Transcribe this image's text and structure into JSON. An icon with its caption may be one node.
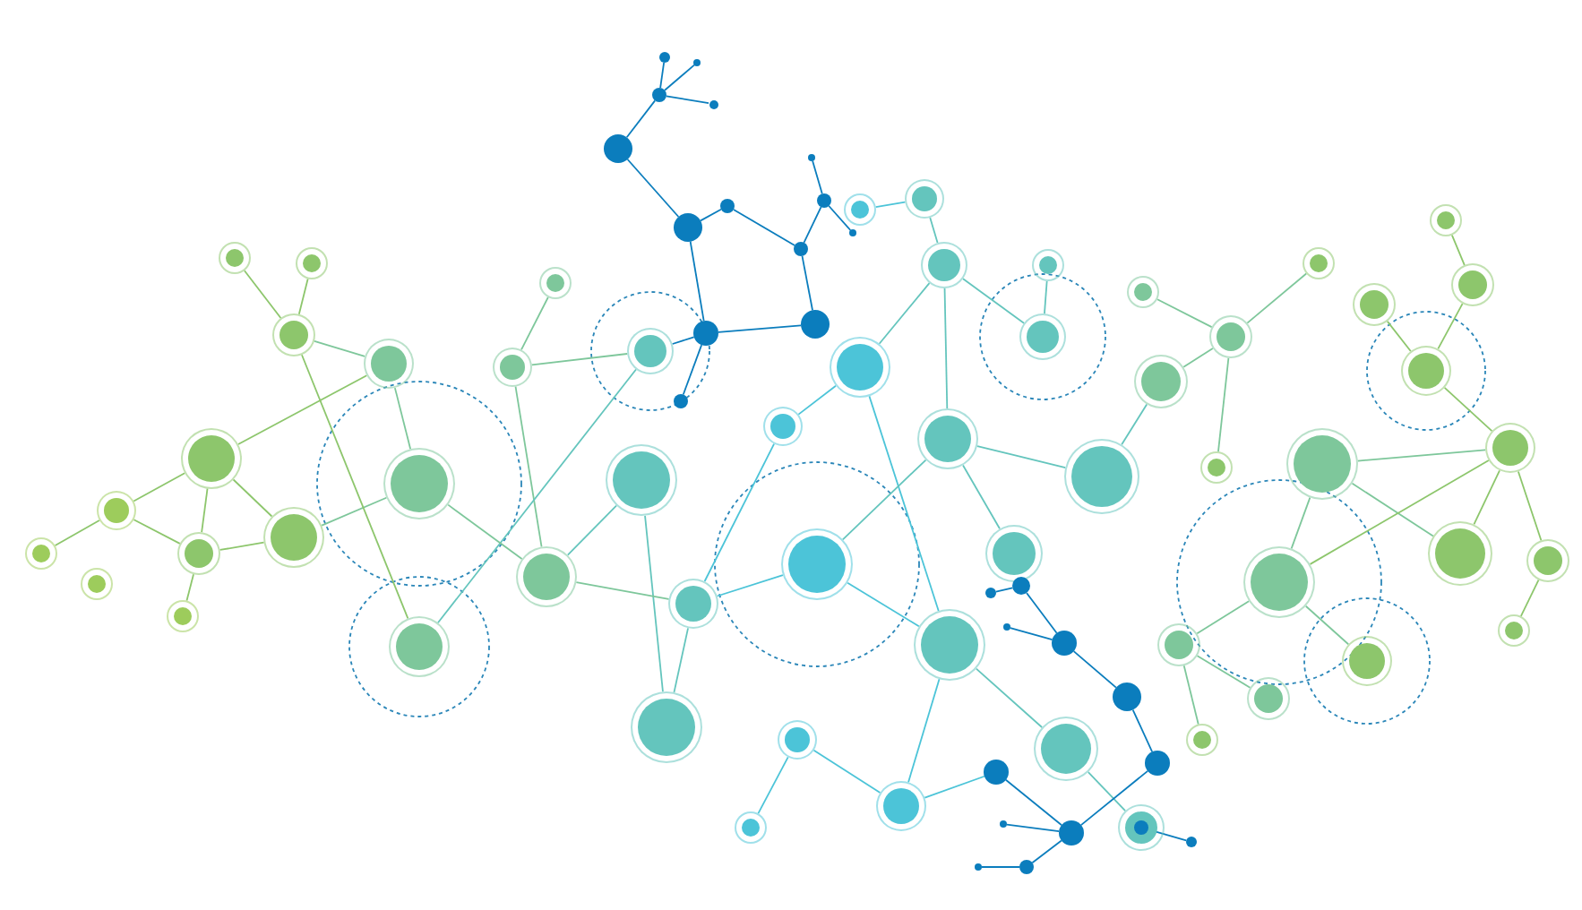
{
  "diagram": {
    "nodes": [
      {
        "text": [],
        "shape": "circle"
      },
      {
        "text": [],
        "shape": "circle"
      },
      {
        "text": [],
        "shape": "circle"
      },
      {
        "text": [],
        "shape": "circle"
      },
      {
        "text": [],
        "shape": "circle"
      },
      {
        "text": [],
        "shape": "circle"
      },
      {
        "text": [],
        "shape": "circle"
      },
      {
        "text": [],
        "shape": "circle"
      },
      {
        "text": [],
        "shape": "circle"
      },
      {
        "text": [],
        "shape": "circle"
      },
      {
        "text": [],
        "shape": "circle"
      },
      {
        "text": [],
        "shape": "circle"
      },
      {
        "text": [],
        "shape": "circle"
      },
      {
        "text": [],
        "shape": "circle"
      },
      {
        "text": [],
        "shape": "circle"
      },
      {
        "text": [],
        "shape": "circle"
      },
      {
        "text": [],
        "shape": "circle"
      },
      {
        "text": [],
        "shape": "circle"
      },
      {
        "text": [],
        "shape": "circle"
      },
      {
        "text": [],
        "shape": "circle"
      },
      {
        "text": [],
        "shape": "circle"
      },
      {
        "text": [],
        "shape": "circle"
      },
      {
        "text": [],
        "shape": "circle"
      },
      {
        "text": [],
        "shape": "circle"
      },
      {
        "text": [],
        "shape": "circle"
      },
      {
        "text": [],
        "shape": "circle"
      },
      {
        "text": [],
        "shape": "circle"
      },
      {
        "text": [],
        "shape": "circle"
      },
      {
        "text": [],
        "shape": "circle"
      },
      {
        "text": [],
        "shape": "circle"
      },
      {
        "text": [],
        "shape": "circle"
      },
      {
        "text": [],
        "shape": "circle"
      },
      {
        "text": [],
        "shape": "circle"
      },
      {
        "text": [],
        "shape": "circle"
      },
      {
        "text": [],
        "shape": "circle"
      },
      {
        "text": [],
        "shape": "circle"
      },
      {
        "text": [],
        "shape": "circle"
      },
      {
        "text": [],
        "shape": "circle"
      },
      {
        "text": [],
        "shape": "circle"
      },
      {
        "text": [],
        "shape": "circle"
      },
      {
        "text": [],
        "shape": "circle"
      },
      {
        "text": [],
        "shape": "circle"
      },
      {
        "text": [],
        "shape": "circle"
      },
      {
        "text": [],
        "shape": "circle"
      },
      {
        "text": [],
        "shape": "circle"
      },
      {
        "text": [],
        "shape": "circle"
      },
      {
        "text": [],
        "shape": "circle"
      },
      {
        "text": [],
        "shape": "circle"
      },
      {
        "text": [],
        "shape": "circle"
      },
      {
        "text": [],
        "shape": "circle",
        "in": 37
      },
      {
        "text": [],
        "shape": "circle"
      },
      {
        "text": [],
        "shape": "circle"
      },
      {
        "text": [],
        "shape": "circle"
      },
      {
        "text": [],
        "shape": "circle"
      },
      {
        "text": [],
        "shape": "circle"
      },
      {
        "text": [],
        "shape": "circle"
      },
      {
        "text": [],
        "shape": "circle"
      },
      {
        "text": [],
        "shape": "circle"
      },
      {
        "text": [],
        "shape": "circle"
      },
      {
        "text": [],
        "shape": "circle"
      },
      {
        "text": [],
        "shape": "circle"
      },
      {
        "text": [],
        "shape": "circle"
      },
      {
        "text": [],
        "shape": "circle"
      },
      {
        "text": [],
        "shape": "circle"
      },
      {
        "text": [],
        "shape": "circle"
      },
      {
        "text": [],
        "shape": "circle"
      },
      {
        "text": [],
        "shape": "circle"
      },
      {
        "text": [],
        "shape": "circle"
      },
      {
        "text": [],
        "shape": "circle"
      },
      {
        "text": [],
        "shape": "circle"
      },
      {
        "text": [],
        "shape": "circle"
      },
      {
        "text": [],
        "shape": "circle"
      },
      {
        "text": [],
        "shape": "circle"
      },
      {
        "text": [],
        "shape": "circle"
      },
      {
        "text": [],
        "shape": "circle"
      },
      {
        "text": [],
        "shape": "circle"
      },
      {
        "text": [],
        "shape": "circle"
      },
      {
        "text": [],
        "shape": "circle"
      },
      {
        "text": [],
        "shape": "circle"
      },
      {
        "text": [],
        "shape": "circle"
      },
      {
        "text": [],
        "shape": "circle"
      },
      {
        "text": [],
        "shape": "circle"
      },
      {
        "text": [],
        "shape": "circle"
      }
    ],
    "edges": [
      {
        "from": 0,
        "to": 2,
        "arrow": "none",
        "color": "#0b7dbd"
      },
      {
        "from": 1,
        "to": 2,
        "arrow": "none",
        "color": "#0b7dbd"
      },
      {
        "from": 2,
        "to": 3,
        "arrow": "none",
        "color": "#0b7dbd"
      },
      {
        "from": 2,
        "to": 4,
        "arrow": "none",
        "color": "#0b7dbd"
      },
      {
        "from": 4,
        "to": 5,
        "arrow": "none",
        "color": "#0b7dbd"
      },
      {
        "from": 5,
        "to": 6,
        "arrow": "none",
        "color": "#0b7dbd"
      },
      {
        "from": 6,
        "to": 10,
        "arrow": "none",
        "color": "#0b7dbd"
      },
      {
        "from": 7,
        "to": 8,
        "arrow": "none",
        "color": "#0b7dbd"
      },
      {
        "from": 8,
        "to": 9,
        "arrow": "none",
        "color": "#0b7dbd"
      },
      {
        "from": 8,
        "to": 10,
        "arrow": "none",
        "color": "#0b7dbd"
      },
      {
        "from": 10,
        "to": 12,
        "arrow": "none",
        "color": "#0b7dbd"
      },
      {
        "from": 5,
        "to": 11,
        "arrow": "none",
        "color": "#0b7dbd"
      },
      {
        "from": 11,
        "to": 12,
        "arrow": "none",
        "color": "#0b7dbd"
      },
      {
        "from": 11,
        "to": 13,
        "arrow": "none",
        "color": "#0b7dbd"
      },
      {
        "from": 11,
        "to": 14,
        "arrow": "none",
        "color": "#0b7dbd"
      },
      {
        "from": 17,
        "to": 18,
        "arrow": "none",
        "color": "#4cc4d8"
      },
      {
        "from": 18,
        "to": 19,
        "arrow": "none"
      },
      {
        "from": 19,
        "to": 22,
        "arrow": "none"
      },
      {
        "from": 19,
        "to": 21,
        "arrow": "none"
      },
      {
        "from": 20,
        "to": 21,
        "arrow": "none"
      },
      {
        "from": 19,
        "to": 24,
        "arrow": "none"
      },
      {
        "from": 22,
        "to": 23,
        "arrow": "none",
        "color": "#4cc4d8"
      },
      {
        "from": 22,
        "to": 31,
        "arrow": "none",
        "color": "#4cc4d8"
      },
      {
        "from": 23,
        "to": 29,
        "arrow": "none",
        "color": "#4cc4d8"
      },
      {
        "from": 24,
        "to": 32,
        "arrow": "none"
      },
      {
        "from": 24,
        "to": 25,
        "arrow": "none"
      },
      {
        "from": 24,
        "to": 26,
        "arrow": "none"
      },
      {
        "from": 25,
        "to": 67,
        "arrow": "none"
      },
      {
        "from": 26,
        "to": 29,
        "arrow": "none",
        "color": "#4cc4d8"
      },
      {
        "from": 26,
        "to": 31,
        "arrow": "none",
        "color": "#4cc4d8"
      },
      {
        "from": 27,
        "to": 28,
        "arrow": "none"
      },
      {
        "from": 27,
        "to": 30,
        "arrow": "none"
      },
      {
        "from": 29,
        "to": 30,
        "arrow": "none"
      },
      {
        "from": 28,
        "to": 29,
        "arrow": "none",
        "color": "#7ec79b"
      },
      {
        "from": 28,
        "to": 16,
        "arrow": "none",
        "color": "#7ec79b"
      },
      {
        "from": 16,
        "to": 15,
        "arrow": "none",
        "color": "#7ec79b"
      },
      {
        "from": 16,
        "to": 14,
        "arrow": "none",
        "color": "#7ec79b"
      },
      {
        "from": 14,
        "to": 63,
        "arrow": "none"
      },
      {
        "from": 28,
        "to": 56,
        "arrow": "none",
        "color": "#7ec79b"
      },
      {
        "from": 56,
        "to": 54,
        "arrow": "none",
        "color": "#7ec79b"
      },
      {
        "from": 56,
        "to": 61,
        "arrow": "none",
        "color": "#7ec79b"
      },
      {
        "from": 54,
        "to": 53,
        "arrow": "none",
        "color": "#7ec79b"
      },
      {
        "from": 53,
        "to": 51,
        "arrow": "none",
        "color": "#8dc66c"
      },
      {
        "from": 53,
        "to": 52,
        "arrow": "none",
        "color": "#8dc66c"
      },
      {
        "from": 53,
        "to": 63,
        "arrow": "none",
        "color": "#8dc66c"
      },
      {
        "from": 55,
        "to": 54,
        "arrow": "none",
        "color": "#8dc66c"
      },
      {
        "from": 55,
        "to": 61,
        "arrow": "none",
        "color": "#8dc66c"
      },
      {
        "from": 55,
        "to": 57,
        "arrow": "none",
        "color": "#8dc66c"
      },
      {
        "from": 55,
        "to": 60,
        "arrow": "none",
        "color": "#8dc66c"
      },
      {
        "from": 57,
        "to": 58,
        "arrow": "none",
        "color": "#8dc66c"
      },
      {
        "from": 57,
        "to": 60,
        "arrow": "none",
        "color": "#8dc66c"
      },
      {
        "from": 60,
        "to": 61,
        "arrow": "none",
        "color": "#8dc66c"
      },
      {
        "from": 60,
        "to": 62,
        "arrow": "none",
        "color": "#8dc66c"
      },
      {
        "from": 31,
        "to": 35,
        "arrow": "none",
        "color": "#4cc4d8"
      },
      {
        "from": 31,
        "to": 36,
        "arrow": "none"
      },
      {
        "from": 33,
        "to": 35,
        "arrow": "none",
        "color": "#4cc4d8"
      },
      {
        "from": 33,
        "to": 34,
        "arrow": "none",
        "color": "#4cc4d8"
      },
      {
        "from": 35,
        "to": 44,
        "arrow": "none",
        "color": "#4cc4d8"
      },
      {
        "from": 36,
        "to": 37,
        "arrow": "none"
      },
      {
        "from": 38,
        "to": 39,
        "arrow": "none",
        "color": "#0b7dbd"
      },
      {
        "from": 39,
        "to": 41,
        "arrow": "none",
        "color": "#0b7dbd"
      },
      {
        "from": 40,
        "to": 41,
        "arrow": "none",
        "color": "#0b7dbd"
      },
      {
        "from": 41,
        "to": 42,
        "arrow": "none",
        "color": "#0b7dbd"
      },
      {
        "from": 42,
        "to": 43,
        "arrow": "none",
        "color": "#0b7dbd"
      },
      {
        "from": 43,
        "to": 45,
        "arrow": "none",
        "color": "#0b7dbd"
      },
      {
        "from": 44,
        "to": 45,
        "arrow": "none",
        "color": "#0b7dbd"
      },
      {
        "from": 45,
        "to": 46,
        "arrow": "none",
        "color": "#0b7dbd"
      },
      {
        "from": 45,
        "to": 47,
        "arrow": "none",
        "color": "#0b7dbd"
      },
      {
        "from": 47,
        "to": 48,
        "arrow": "none",
        "color": "#0b7dbd"
      },
      {
        "from": 49,
        "to": 50,
        "arrow": "none",
        "color": "#0b7dbd"
      },
      {
        "from": 64,
        "to": 65,
        "arrow": "none",
        "color": "#7ec79b"
      },
      {
        "from": 65,
        "to": 66,
        "arrow": "none",
        "color": "#7ec79b"
      },
      {
        "from": 65,
        "to": 67,
        "arrow": "none",
        "color": "#7ec79b"
      },
      {
        "from": 65,
        "to": 68,
        "arrow": "none",
        "color": "#7ec79b"
      },
      {
        "from": 69,
        "to": 74,
        "arrow": "none",
        "color": "#7ec79b"
      },
      {
        "from": 69,
        "to": 75,
        "arrow": "none",
        "color": "#7ec79b"
      },
      {
        "from": 69,
        "to": 78,
        "arrow": "none",
        "color": "#7ec79b"
      },
      {
        "from": 70,
        "to": 73,
        "arrow": "none",
        "color": "#8dc66c"
      },
      {
        "from": 71,
        "to": 72,
        "arrow": "none",
        "color": "#8dc66c"
      },
      {
        "from": 72,
        "to": 73,
        "arrow": "none",
        "color": "#8dc66c"
      },
      {
        "from": 73,
        "to": 74,
        "arrow": "none",
        "color": "#8dc66c"
      },
      {
        "from": 74,
        "to": 75,
        "arrow": "none",
        "color": "#8dc66c"
      },
      {
        "from": 74,
        "to": 76,
        "arrow": "none",
        "color": "#8dc66c"
      },
      {
        "from": 76,
        "to": 77,
        "arrow": "none",
        "color": "#8dc66c"
      },
      {
        "from": 74,
        "to": 78,
        "arrow": "none",
        "color": "#8dc66c"
      },
      {
        "from": 78,
        "to": 79,
        "arrow": "none",
        "color": "#7ec79b"
      },
      {
        "from": 78,
        "to": 81,
        "arrow": "none",
        "color": "#7ec79b"
      },
      {
        "from": 79,
        "to": 82,
        "arrow": "none",
        "color": "#7ec79b"
      },
      {
        "from": 79,
        "to": 80,
        "arrow": "none",
        "color": "#7ec79b"
      }
    ]
  }
}
